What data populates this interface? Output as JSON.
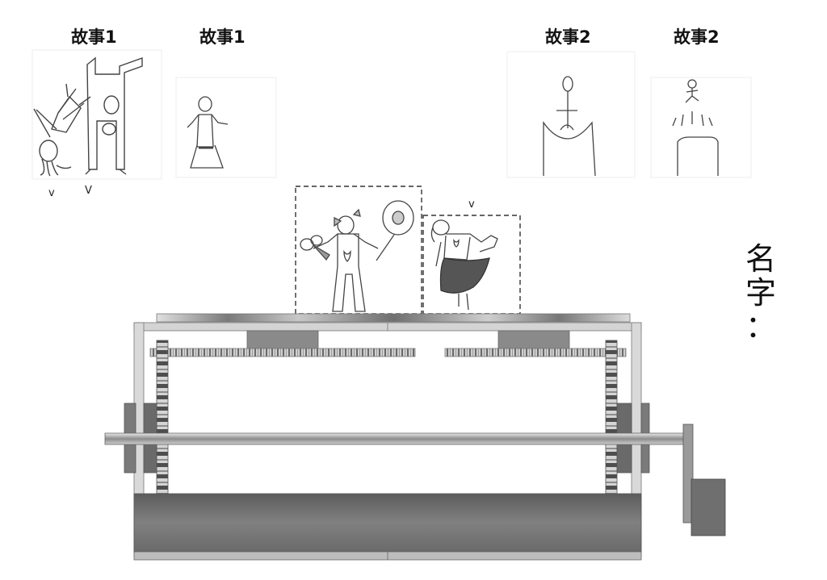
{
  "stories": [
    {
      "label": "故事1"
    },
    {
      "label": "故事1"
    },
    {
      "label": "故事2"
    },
    {
      "label": "故事2"
    }
  ],
  "marks": {
    "check1": "v",
    "check2": "V",
    "check3": "v"
  },
  "name_label": {
    "char1": "名",
    "char2": "字",
    "colon": "："
  },
  "colors": {
    "metal_dark": "#6f6f6f",
    "metal_mid": "#9a9a9a",
    "metal_light": "#d6d6d6",
    "frame": "#8a8a8a",
    "sketch_line": "#444444"
  }
}
